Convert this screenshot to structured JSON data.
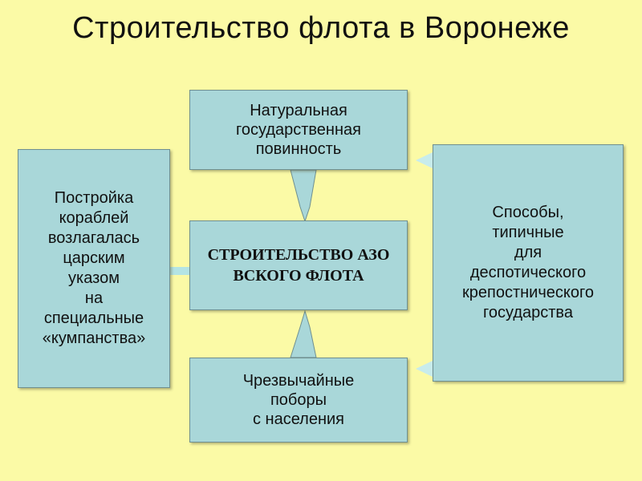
{
  "title": "Строительство флота в Воронеже",
  "boxes": {
    "top": "Натуральная\nгосударственная\nповинность",
    "center": "СТРОИТЕЛЬСТВО АЗОВСКОГО ФЛОТА",
    "bottom": "Чрезвычайные\nпоборы\nс населения",
    "left": "Постройка\nкораблей\nвозлагалась\nцарским\nуказом\nна\nспециальные\n«кумпанства»",
    "right": "Способы,\nтипичные\nдля\nдеспотического\nкрепостнического\nгосударства"
  },
  "colors": {
    "background": "#fbfaa6",
    "box_fill": "#a9d7d9",
    "arrow_fill": "#b4e4e4"
  }
}
